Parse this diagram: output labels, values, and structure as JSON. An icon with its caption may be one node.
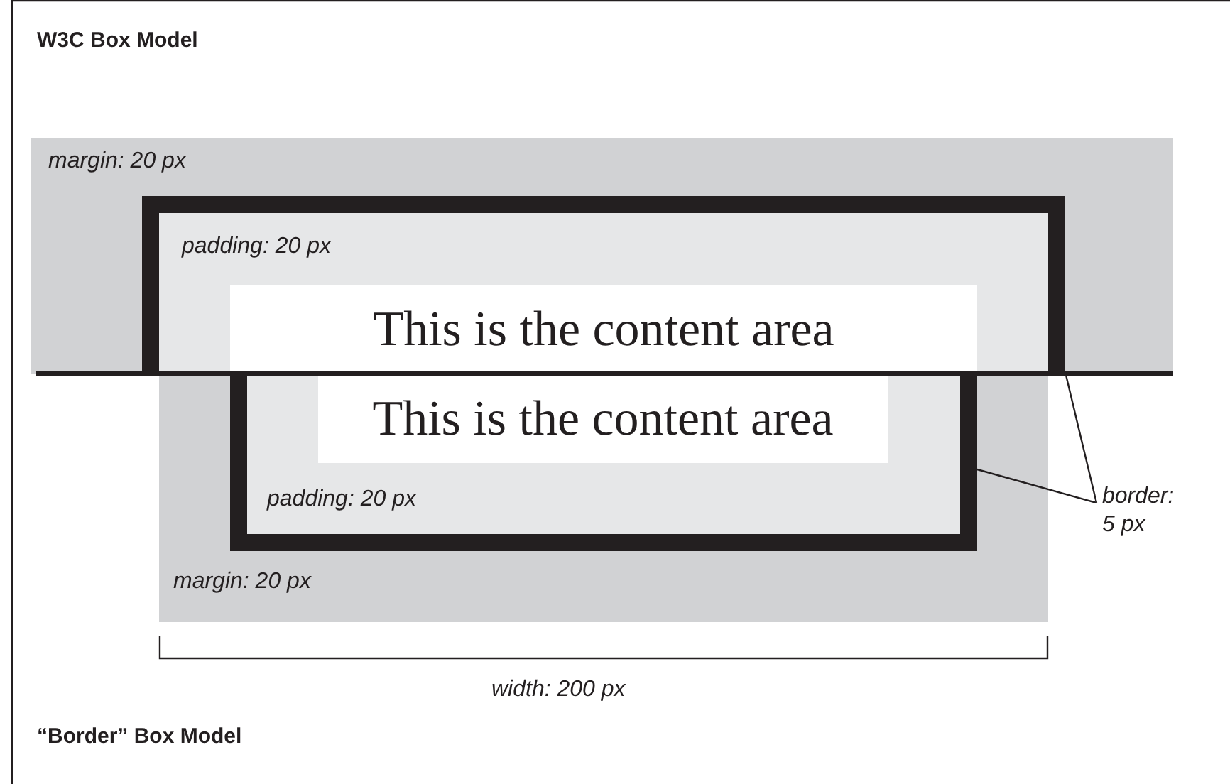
{
  "diagram": {
    "nodes": [
      {
        "text": [
          "margin: 20 px"
        ]
      },
      {
        "text": [
          "padding: 20 px"
        ],
        "in": 0
      },
      {
        "text": [
          "This is the content area"
        ],
        "in": 1
      },
      {
        "text": [
          "margin: 20 px"
        ]
      },
      {
        "text": [
          "padding: 20 px"
        ],
        "in": 3
      },
      {
        "text": [
          "This is the content area"
        ],
        "in": 4
      },
      {
        "text": [
          "border: 5 px"
        ]
      }
    ],
    "edges": [
      {
        "from": 6,
        "to": 1,
        "arrow": "none"
      },
      {
        "from": 6,
        "to": 4,
        "arrow": "none"
      }
    ],
    "labels": [
      "W3C Box Model",
      "width: 200 px",
      "“Border” Box Model"
    ]
  }
}
